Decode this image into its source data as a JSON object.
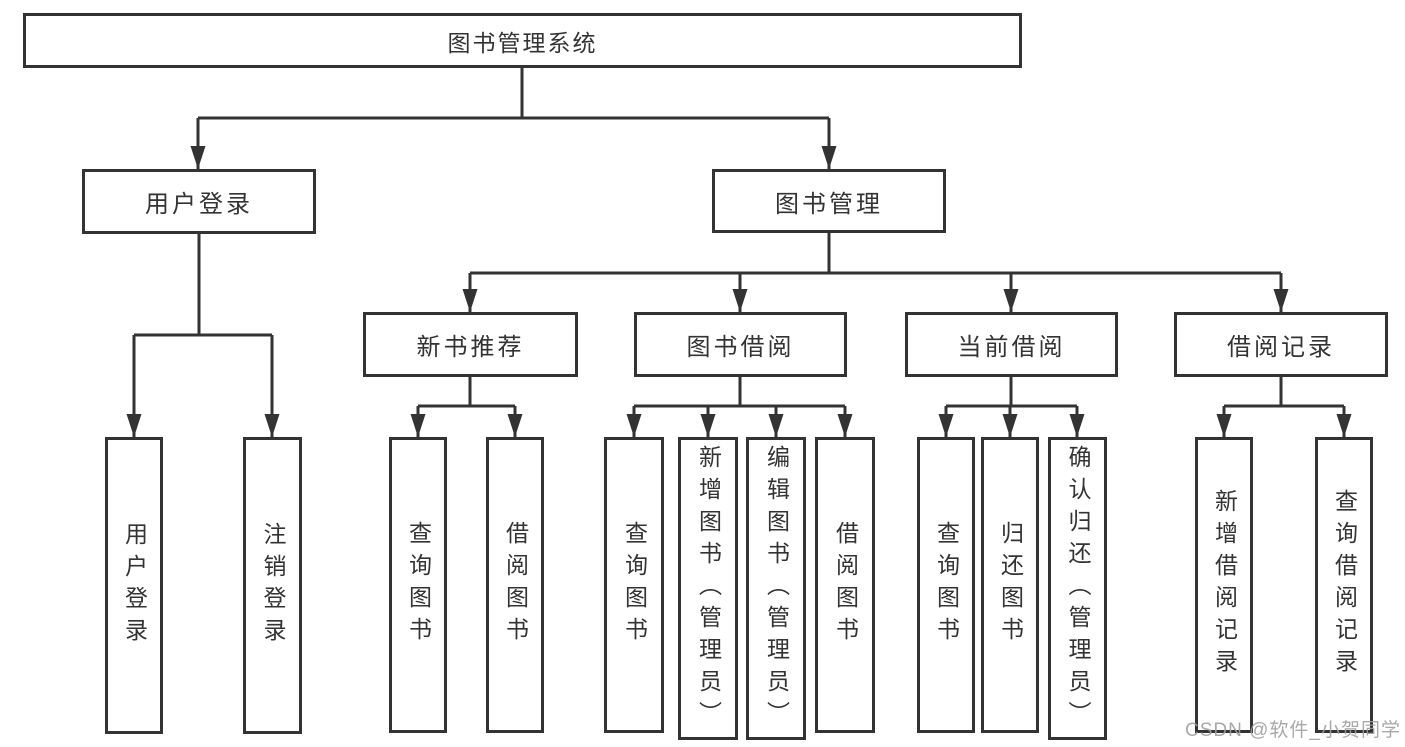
{
  "diagram": {
    "type": "tree",
    "tree": {
      "root": {
        "label": "图书管理系统"
      },
      "branches": [
        {
          "id": "user-login",
          "label": "用户登录",
          "children": [
            {
              "label": "用户登录"
            },
            {
              "label": "注销登录"
            }
          ]
        },
        {
          "id": "book-management",
          "label": "图书管理",
          "sections": [
            {
              "id": "new-book-recommend",
              "label": "新书推荐",
              "children": [
                {
                  "label": "查询图书"
                },
                {
                  "label": "借阅图书"
                }
              ]
            },
            {
              "id": "book-borrow",
              "label": "图书借阅",
              "children": [
                {
                  "label": "查询图书"
                },
                {
                  "label": "新增图书（管理员）"
                },
                {
                  "label": "编辑图书（管理员）"
                },
                {
                  "label": "借阅图书"
                }
              ]
            },
            {
              "id": "current-borrow",
              "label": "当前借阅",
              "children": [
                {
                  "label": "查询图书"
                },
                {
                  "label": "归还图书"
                },
                {
                  "label": "确认归还（管理员）"
                }
              ]
            },
            {
              "id": "borrow-records",
              "label": "借阅记录",
              "children": [
                {
                  "label": "新增借阅记录"
                },
                {
                  "label": "查询借阅记录"
                }
              ]
            }
          ]
        }
      ]
    },
    "colors": {
      "line": "#333333",
      "box_border": "#333333",
      "text": "#333333",
      "background": "#ffffff",
      "watermark": "#9e9e9e"
    }
  },
  "watermark": {
    "text": "CSDN @软件_小贺同学"
  }
}
